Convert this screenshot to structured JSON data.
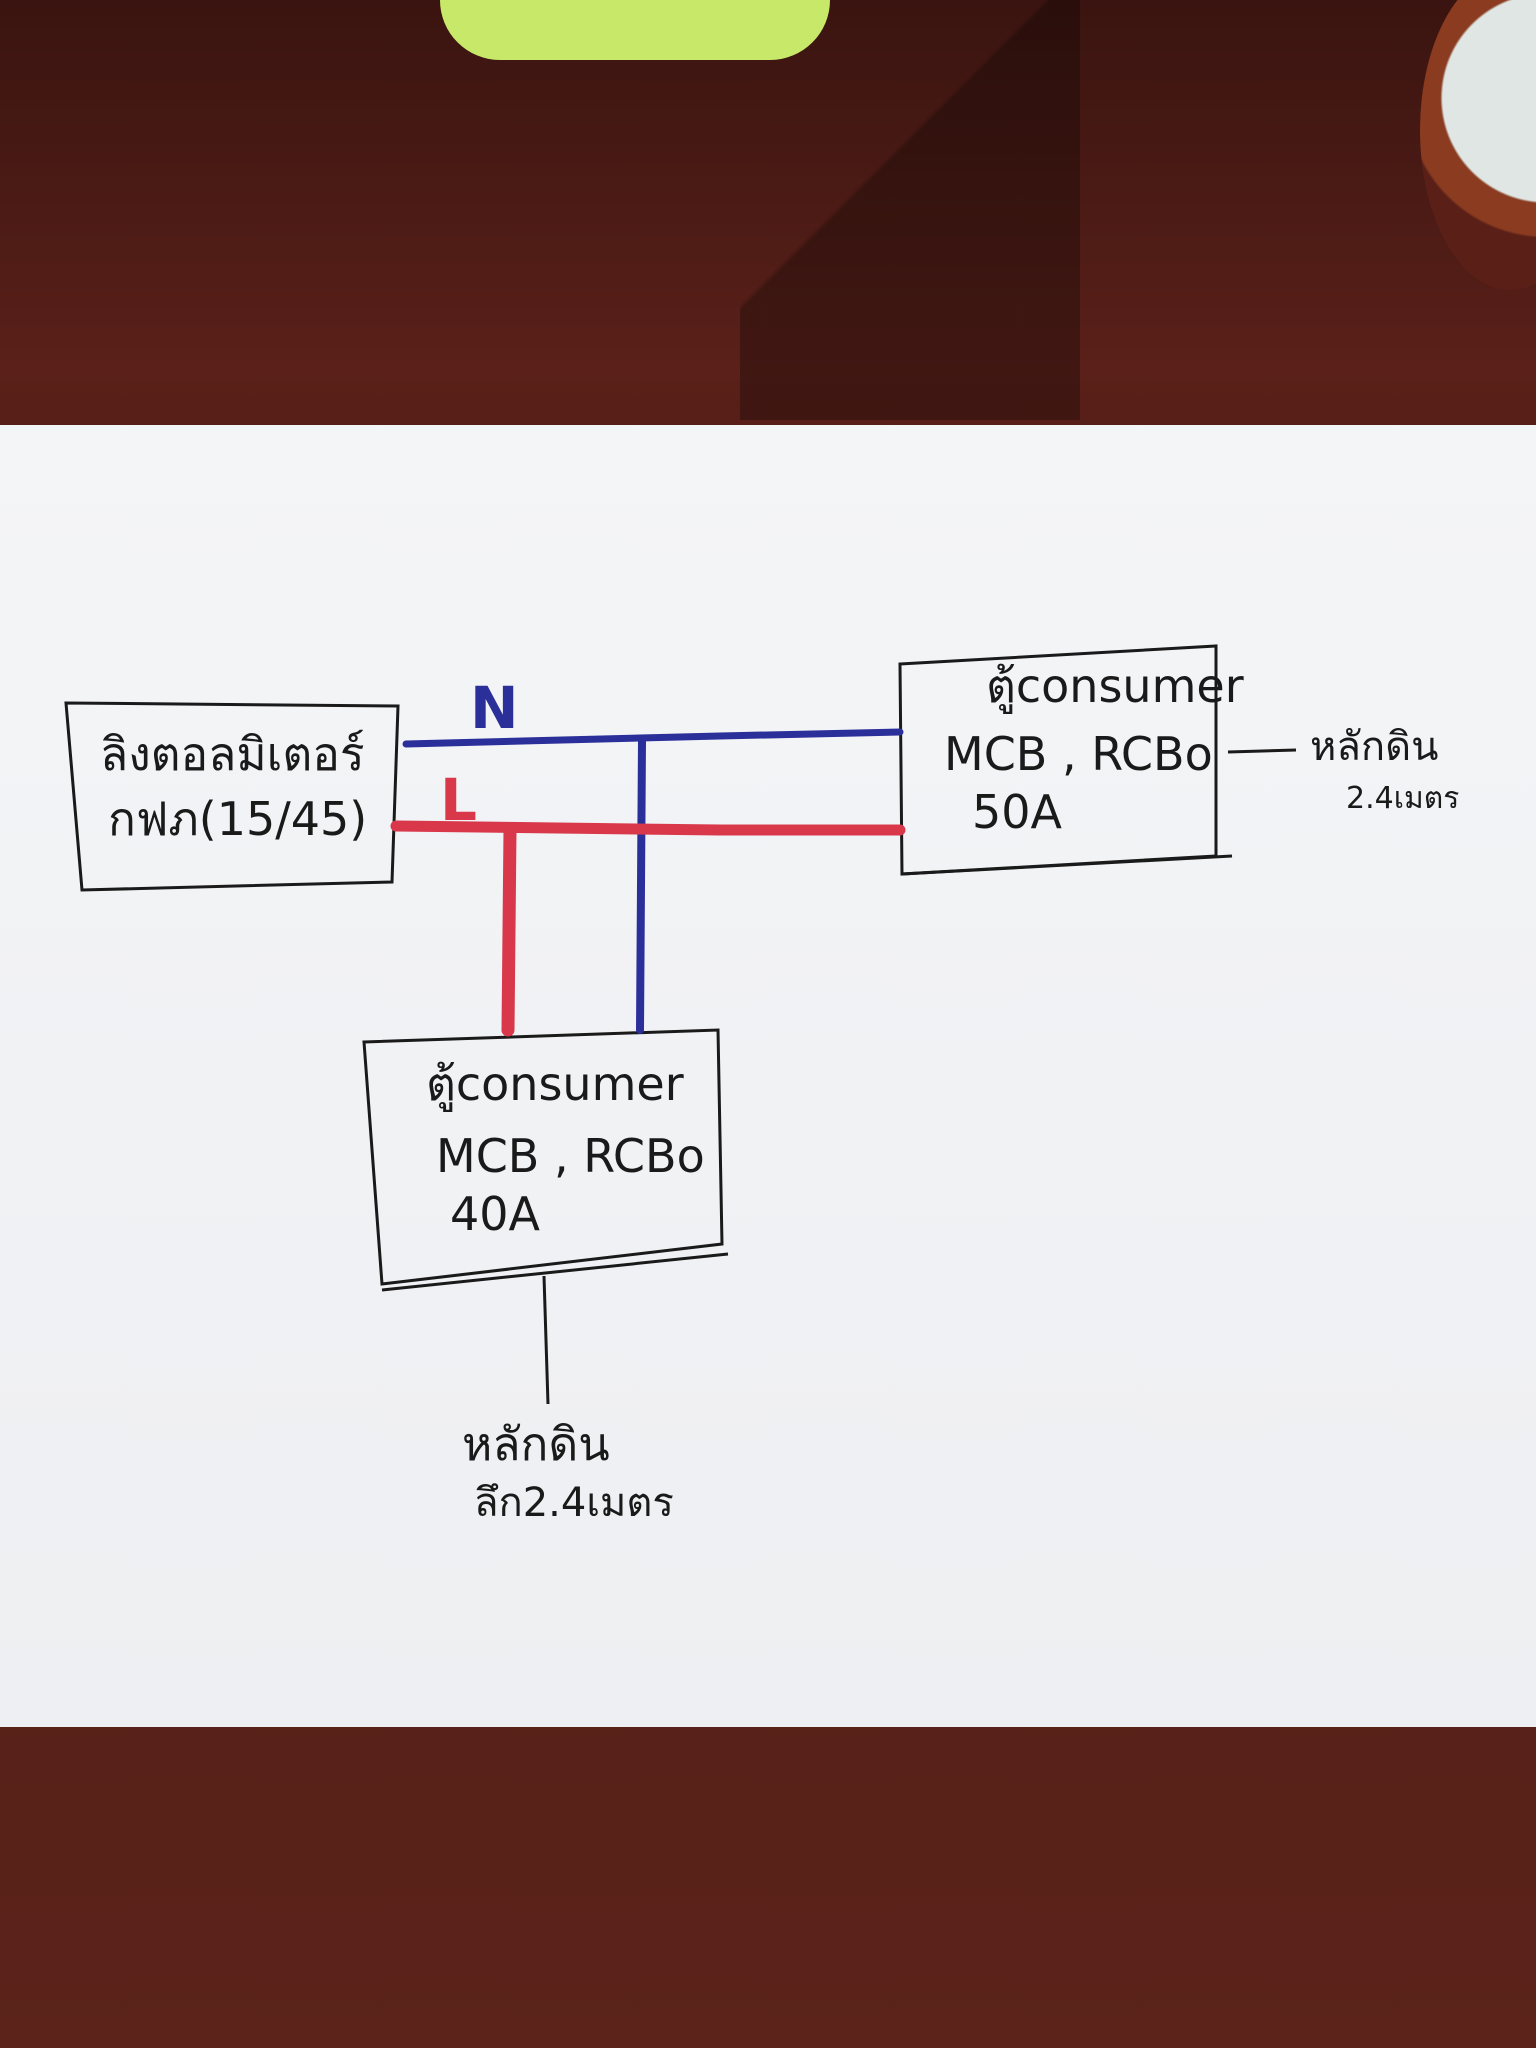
{
  "diagram": {
    "meter": {
      "line1": "ลิงตอลมิเตอร์",
      "line2": "กฟภ(15/45)"
    },
    "consumer_right": {
      "line1": "ตู้consumer",
      "line2": "MCB , RCBo",
      "line3": "50A"
    },
    "consumer_bottom": {
      "line1": "ตู้consumer",
      "line2": "MCB , RCBo",
      "line3": "40A"
    },
    "ground_right": {
      "line1": "หลักดิน",
      "line2": "2.4เมตร"
    },
    "ground_bottom": {
      "line1": "หลักดิน",
      "line2": "ลึก2.4เมตร"
    },
    "neutral_label": "N",
    "live_label": "L",
    "colors": {
      "neutral": "#2a2f9a",
      "live": "#d8384a",
      "ink": "#1a1a1a"
    }
  }
}
